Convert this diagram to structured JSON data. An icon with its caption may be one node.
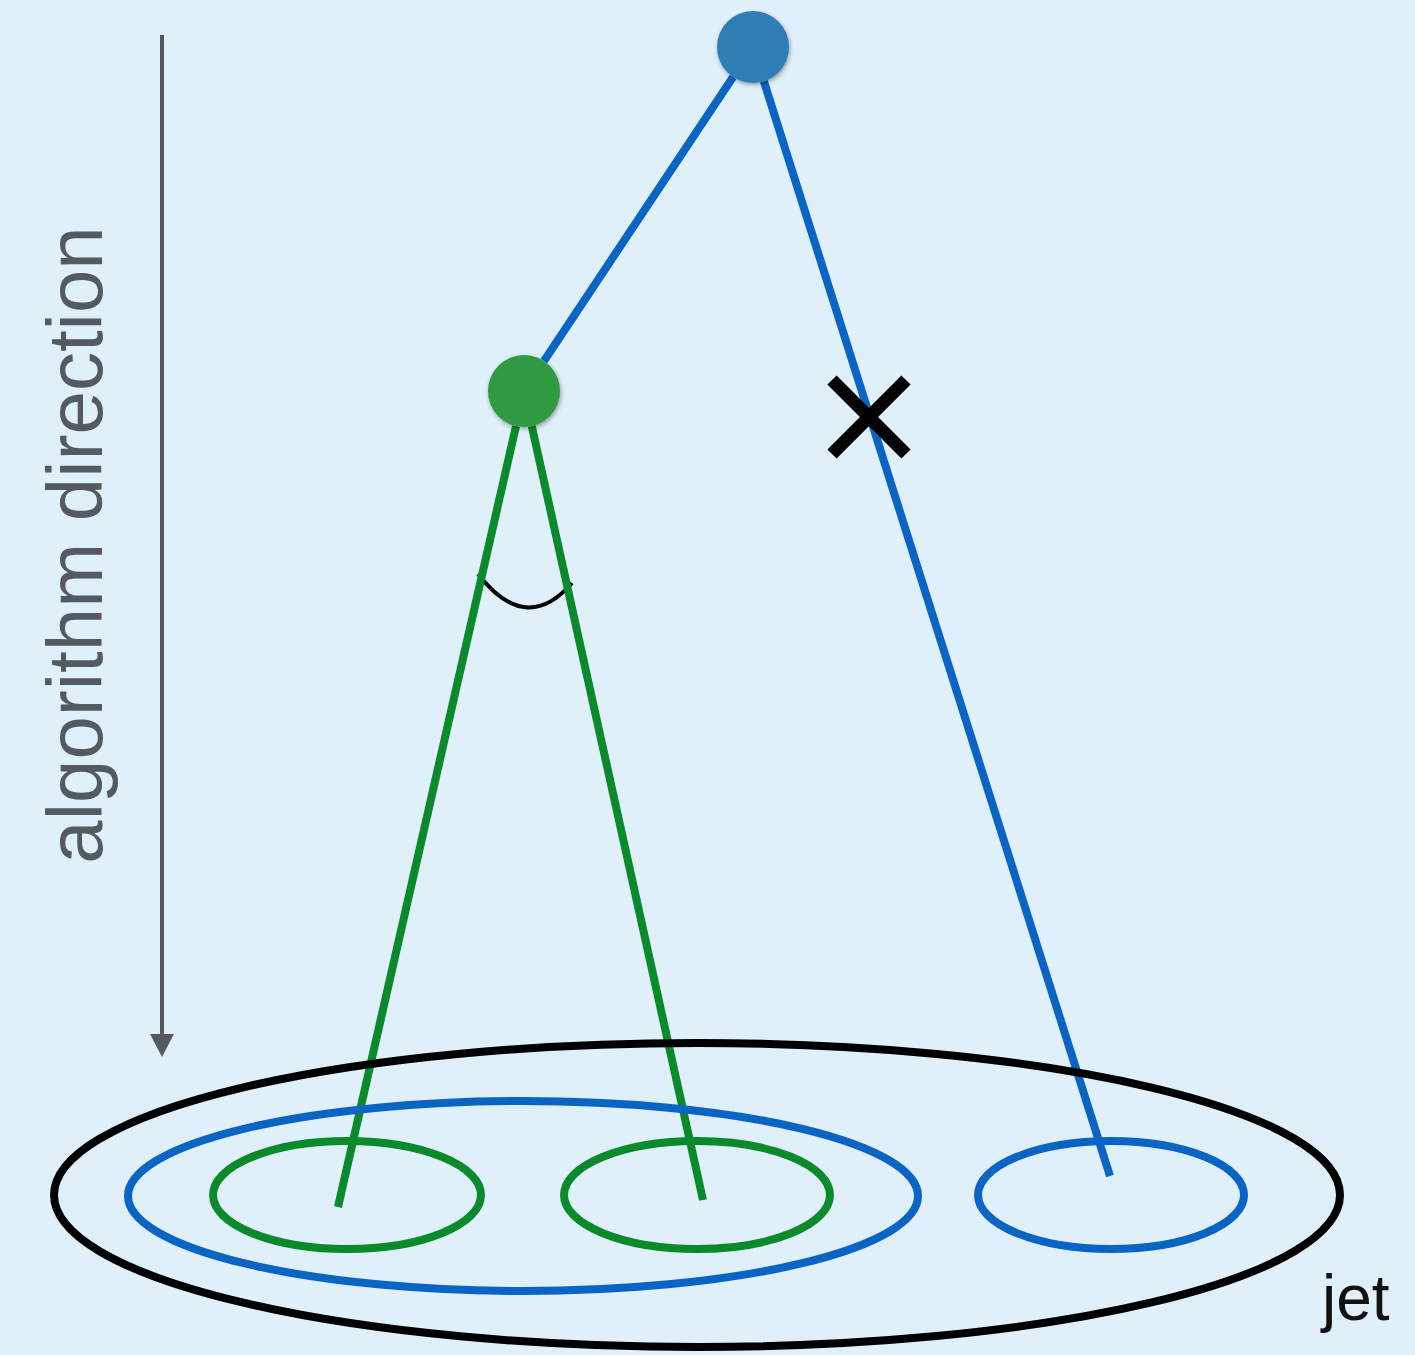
{
  "diagram": {
    "nodes": [
      {
        "text": [],
        "shape": "circle"
      },
      {
        "text": [],
        "shape": "circle"
      },
      {
        "text": [],
        "shape": "ellipse",
        "beside": [
          "jet"
        ]
      },
      {
        "text": [],
        "shape": "ellipse",
        "in": 2
      },
      {
        "text": [],
        "shape": "ellipse",
        "in": 3
      },
      {
        "text": [],
        "shape": "ellipse",
        "in": 3
      },
      {
        "text": [],
        "shape": "ellipse",
        "in": 2
      }
    ],
    "edges": [
      {
        "from": 0,
        "to": 1,
        "arrow": "none",
        "color": "#0a64c4"
      },
      {
        "from": 0,
        "to": 6,
        "arrow": "none",
        "color": "#0a64c4"
      },
      {
        "from": 1,
        "to": 4,
        "arrow": "none",
        "color": "#0b8a2c"
      },
      {
        "from": 1,
        "to": 5,
        "arrow": "none",
        "color": "#0b8a2c"
      }
    ],
    "labels": [
      "algorithm direction"
    ]
  }
}
